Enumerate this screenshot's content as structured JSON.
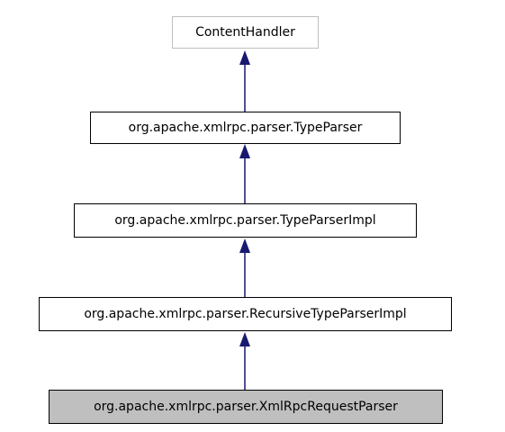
{
  "diagram": {
    "nodes": [
      {
        "id": "n0",
        "label": "ContentHandler",
        "kind": "external"
      },
      {
        "id": "n1",
        "label": "org.apache.xmlrpc.parser.TypeParser",
        "kind": "normal"
      },
      {
        "id": "n2",
        "label": "org.apache.xmlrpc.parser.TypeParserImpl",
        "kind": "normal"
      },
      {
        "id": "n3",
        "label": "org.apache.xmlrpc.parser.RecursiveTypeParserImpl",
        "kind": "normal"
      },
      {
        "id": "n4",
        "label": "org.apache.xmlrpc.parser.XmlRpcRequestParser",
        "kind": "current"
      }
    ],
    "edges": [
      {
        "from": "n1",
        "to": "n0",
        "relation": "inherits"
      },
      {
        "from": "n2",
        "to": "n1",
        "relation": "inherits"
      },
      {
        "from": "n3",
        "to": "n2",
        "relation": "inherits"
      },
      {
        "from": "n4",
        "to": "n3",
        "relation": "inherits"
      }
    ],
    "colors": {
      "edge": "#191970",
      "external_border": "#bfbfbf",
      "normal_border": "#000000",
      "current_fill": "#bfbfbf"
    }
  }
}
